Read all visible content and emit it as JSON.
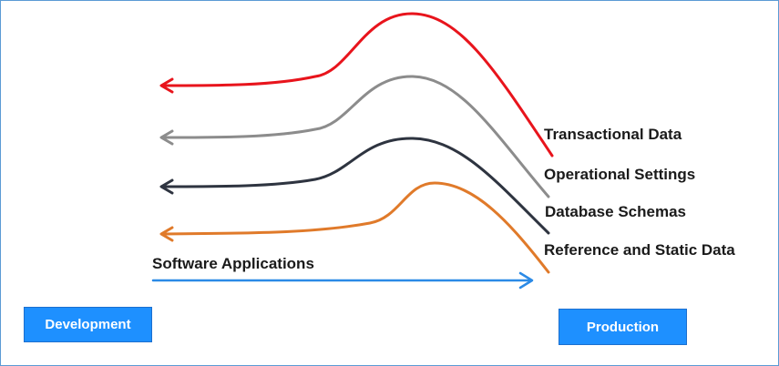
{
  "flows": [
    {
      "label": "Transactional Data",
      "color": "#e8141c",
      "direction": "production-to-development"
    },
    {
      "label": "Operational Settings",
      "color": "#8c8c8c",
      "direction": "production-to-development"
    },
    {
      "label": "Database Schemas",
      "color": "#2e3440",
      "direction": "production-to-development"
    },
    {
      "label": "Reference and Static Data",
      "color": "#e07a2a",
      "direction": "production-to-development"
    },
    {
      "label": "Software Applications",
      "color": "#2b8ae6",
      "direction": "development-to-production"
    }
  ],
  "environments": {
    "development": "Development",
    "production": "Production"
  },
  "colors": {
    "box_fill": "#1e90ff",
    "frame": "#5b9bd5"
  }
}
